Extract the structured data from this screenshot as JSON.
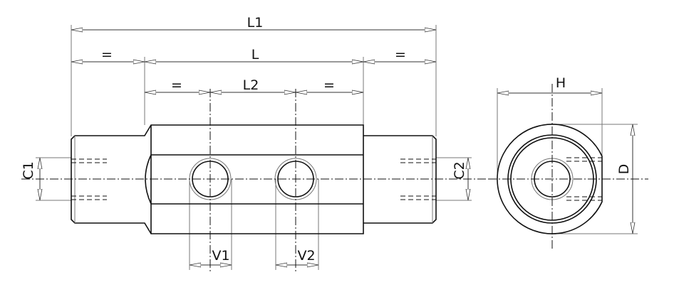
{
  "title": "Manifold block technical drawing",
  "dimensions": {
    "L1": "L1",
    "L": "L",
    "L2": "L2",
    "equal": "=",
    "C1": "C1",
    "C2": "C2",
    "V1": "V1",
    "V2": "V2",
    "H": "H",
    "D": "D"
  }
}
